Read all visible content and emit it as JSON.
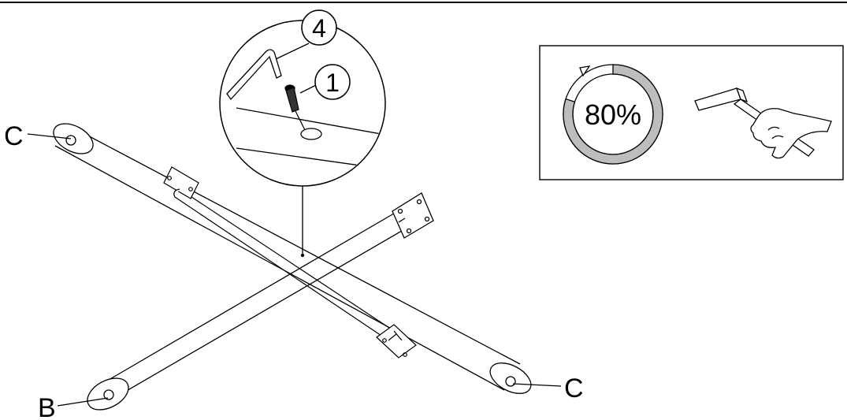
{
  "labels": {
    "part_c_left": "C",
    "part_c_right": "C",
    "part_b": "B",
    "callout_1": "1",
    "callout_4": "4"
  },
  "tighten_box": {
    "percent": "80%",
    "progress_fraction": 0.8
  },
  "colors": {
    "line": "#000000",
    "progress_fill": "#bdbdbd",
    "background": "#ffffff"
  },
  "icons": [
    "allen-key-icon",
    "screw-icon",
    "hand-with-allen-key-icon",
    "rotate-arrow-icon"
  ]
}
